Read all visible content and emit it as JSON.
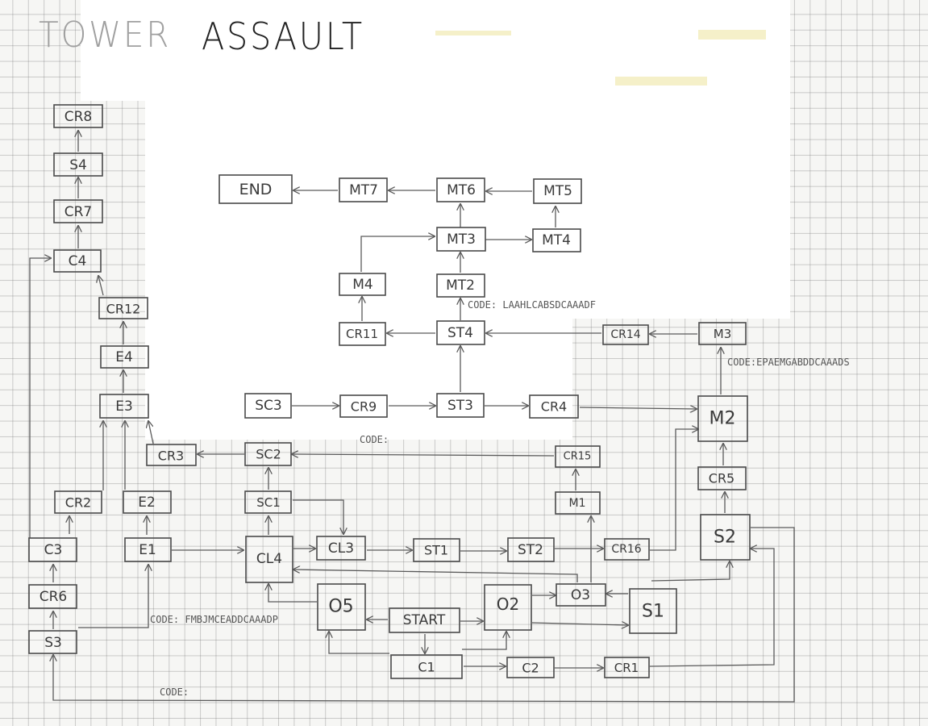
{
  "title": {
    "word1": "TOWER",
    "word2": "ASSAULT"
  },
  "nodes": {
    "cr8": "CR8",
    "s4": "S4",
    "cr7": "CR7",
    "c4": "C4",
    "cr12": "CR12",
    "e4": "E4",
    "e3": "E3",
    "cr3": "CR3",
    "cr2": "CR2",
    "e2": "E2",
    "c3": "C3",
    "e1": "E1",
    "cr6": "CR6",
    "s3": "S3",
    "end": "END",
    "mt7": "MT7",
    "mt6": "MT6",
    "mt5": "MT5",
    "mt3": "MT3",
    "mt4": "MT4",
    "m4": "M4",
    "mt2": "MT2",
    "cr11": "CR11",
    "st4": "ST4",
    "cr14": "CR14",
    "m3": "M3",
    "sc3": "SC3",
    "cr9": "CR9",
    "st3": "ST3",
    "cr4": "CR4",
    "m2": "M2",
    "sc2": "SC2",
    "cr15": "CR15",
    "cr5": "CR5",
    "sc1": "SC1",
    "m1": "M1",
    "s2": "S2",
    "cl4": "CL4",
    "cl3": "CL3",
    "st1": "ST1",
    "st2": "ST2",
    "cr16": "CR16",
    "o5": "O5",
    "o2": "O2",
    "o3": "O3",
    "s1": "S1",
    "start": "START",
    "c1": "C1",
    "c2": "C2",
    "cr1": "CR1"
  },
  "codes": {
    "mt2": "CODE: LAAHLCABSDCAAADF",
    "m3": "CODE:EPAEMGABDDCAAADS",
    "sc2": "CODE:",
    "o5": "CODE: FMBJMCEADDCAAADP",
    "s3": "CODE:"
  },
  "colors": {
    "pencil": "#4a4a4a",
    "paper": "#f6f6f4",
    "grid": "#9a9a9a",
    "tape": "#f3edbf"
  }
}
